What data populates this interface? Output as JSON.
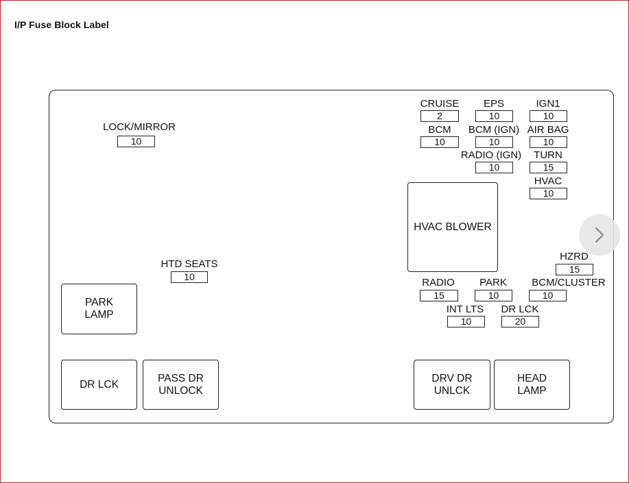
{
  "title": "I/P Fuse Block Label",
  "fuses": [
    {
      "id": "lock-mirror",
      "name": "LOCK/MIRROR",
      "amps": "10"
    },
    {
      "id": "cruise",
      "name": "CRUISE",
      "amps": "2"
    },
    {
      "id": "eps",
      "name": "EPS",
      "amps": "10"
    },
    {
      "id": "ign1",
      "name": "IGN1",
      "amps": "10"
    },
    {
      "id": "bcm",
      "name": "BCM",
      "amps": "10"
    },
    {
      "id": "bcm-ign",
      "name": "BCM (IGN)",
      "amps": "10"
    },
    {
      "id": "air-bag",
      "name": "AIR BAG",
      "amps": "10"
    },
    {
      "id": "radio-ign",
      "name": "RADIO (IGN)",
      "amps": "10"
    },
    {
      "id": "turn",
      "name": "TURN",
      "amps": "15"
    },
    {
      "id": "hvac",
      "name": "HVAC",
      "amps": "10"
    },
    {
      "id": "htd-seats",
      "name": "HTD SEATS",
      "amps": "10"
    },
    {
      "id": "hzrd",
      "name": "HZRD",
      "amps": "15"
    },
    {
      "id": "radio",
      "name": "RADIO",
      "amps": "15"
    },
    {
      "id": "park",
      "name": "PARK",
      "amps": "10"
    },
    {
      "id": "bcm-cluster",
      "name": "BCM/CLUSTER",
      "amps": "10"
    },
    {
      "id": "int-lts",
      "name": "INT LTS",
      "amps": "10"
    },
    {
      "id": "dr-lck-fuse",
      "name": "DR LCK",
      "amps": "20"
    }
  ],
  "relays": [
    {
      "id": "hvac-blower",
      "label": "HVAC BLOWER"
    },
    {
      "id": "park-lamp",
      "label": "PARK\nLAMP"
    },
    {
      "id": "dr-lck",
      "label": "DR LCK"
    },
    {
      "id": "pass-dr-unlock",
      "label": "PASS DR\nUNLOCK"
    },
    {
      "id": "drv-dr-unlck",
      "label": "DRV DR\nUNLCK"
    },
    {
      "id": "head-lamp",
      "label": "HEAD\nLAMP"
    }
  ],
  "icons": {
    "next": "chevron-right-icon"
  }
}
